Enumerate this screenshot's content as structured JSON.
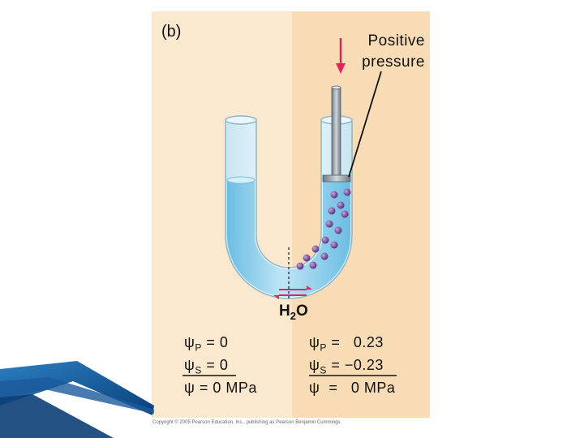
{
  "panel_label": "(b)",
  "pressure_label": {
    "line1": "Positive",
    "line2": "pressure"
  },
  "water_label": {
    "base": "H",
    "sub": "2",
    "end": "O"
  },
  "left_side": {
    "psi_p": {
      "symbol": "ψ",
      "sub": "P",
      "value": "= 0"
    },
    "psi_s": {
      "symbol": "ψ",
      "sub": "S",
      "value": "= 0"
    },
    "psi": {
      "symbol": "ψ",
      "value": " = 0 MPa"
    }
  },
  "right_side": {
    "psi_p": {
      "symbol": "ψ",
      "sub": "P",
      "value": "=   0.23"
    },
    "psi_s": {
      "symbol": "ψ",
      "sub": "S",
      "value": "= −0.23"
    },
    "psi": {
      "symbol": "ψ",
      "value": "  =   0 MPa"
    }
  },
  "credit": "Copyright © 2005 Pearson Education, Inc., publishing as Pearson Benjamin Cummings.",
  "colors": {
    "water": "#9fd3ec",
    "solute": "#6b3d8f",
    "arrow": "#e0245e",
    "tube": "#d8eef6"
  }
}
